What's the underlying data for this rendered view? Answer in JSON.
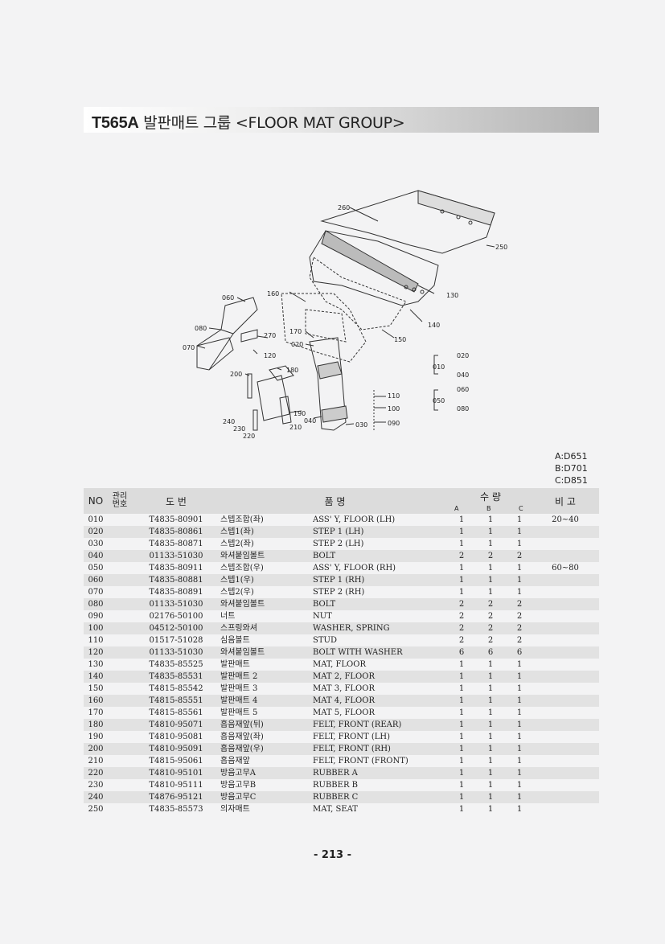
{
  "header": {
    "code": "T565A",
    "title": "발판매트 그룹 <FLOOR MAT GROUP>"
  },
  "diagram": {
    "callouts": [
      "260",
      "250",
      "130",
      "140",
      "150",
      "160",
      "060",
      "080",
      "070",
      "270",
      "120",
      "170",
      "020",
      "180",
      "200",
      "110",
      "100",
      "190",
      "040",
      "030",
      "090",
      "240",
      "230",
      "220",
      "210"
    ],
    "groups": {
      "010": [
        "020",
        "040"
      ],
      "050": [
        "060",
        "080"
      ]
    }
  },
  "model_notes": [
    "A:D651",
    "B:D701",
    "C:D851"
  ],
  "table": {
    "headers": {
      "no": "NO",
      "mgmt_top": "관리",
      "mgmt_bottom": "번호",
      "part_no": "도        번",
      "name": "품                    명",
      "qty": "수         량",
      "qty_a": "A",
      "qty_b": "B",
      "qty_c": "C",
      "remarks": "비 고"
    },
    "rows": [
      {
        "no": "010",
        "part": "T4835-80901",
        "kor": "스텝조합(좌)",
        "eng": "ASS' Y, FLOOR (LH)",
        "a": "1",
        "b": "1",
        "c": "1",
        "rem": "20~40"
      },
      {
        "no": "020",
        "part": "T4835-80861",
        "kor": "스텝1(좌)",
        "eng": "STEP 1 (LH)",
        "a": "1",
        "b": "1",
        "c": "1",
        "rem": ""
      },
      {
        "no": "030",
        "part": "T4835-80871",
        "kor": "스텝2(좌)",
        "eng": "STEP 2 (LH)",
        "a": "1",
        "b": "1",
        "c": "1",
        "rem": ""
      },
      {
        "no": "040",
        "part": "01133-51030",
        "kor": "와셔붙임볼트",
        "eng": "BOLT",
        "a": "2",
        "b": "2",
        "c": "2",
        "rem": ""
      },
      {
        "no": "050",
        "part": "T4835-80911",
        "kor": "스텝조합(우)",
        "eng": "ASS' Y, FLOOR (RH)",
        "a": "1",
        "b": "1",
        "c": "1",
        "rem": "60~80"
      },
      {
        "no": "060",
        "part": "T4835-80881",
        "kor": "스텝1(우)",
        "eng": "STEP 1 (RH)",
        "a": "1",
        "b": "1",
        "c": "1",
        "rem": ""
      },
      {
        "no": "070",
        "part": "T4835-80891",
        "kor": "스텝2(우)",
        "eng": "STEP 2 (RH)",
        "a": "1",
        "b": "1",
        "c": "1",
        "rem": ""
      },
      {
        "no": "080",
        "part": "01133-51030",
        "kor": "와셔붙임볼트",
        "eng": "BOLT",
        "a": "2",
        "b": "2",
        "c": "2",
        "rem": ""
      },
      {
        "no": "090",
        "part": "02176-50100",
        "kor": "너트",
        "eng": "NUT",
        "a": "2",
        "b": "2",
        "c": "2",
        "rem": ""
      },
      {
        "no": "100",
        "part": "04512-50100",
        "kor": "스프링와셔",
        "eng": "WASHER, SPRING",
        "a": "2",
        "b": "2",
        "c": "2",
        "rem": ""
      },
      {
        "no": "110",
        "part": "01517-51028",
        "kor": "심음볼트",
        "eng": "STUD",
        "a": "2",
        "b": "2",
        "c": "2",
        "rem": ""
      },
      {
        "no": "120",
        "part": "01133-51030",
        "kor": "와셔붙임볼트",
        "eng": "BOLT WITH WASHER",
        "a": "6",
        "b": "6",
        "c": "6",
        "rem": ""
      },
      {
        "no": "130",
        "part": "T4835-85525",
        "kor": "발판매트",
        "eng": "MAT, FLOOR",
        "a": "1",
        "b": "1",
        "c": "1",
        "rem": ""
      },
      {
        "no": "140",
        "part": "T4835-85531",
        "kor": "발판매트 2",
        "eng": "MAT 2, FLOOR",
        "a": "1",
        "b": "1",
        "c": "1",
        "rem": ""
      },
      {
        "no": "150",
        "part": "T4815-85542",
        "kor": "발판매트 3",
        "eng": "MAT 3, FLOOR",
        "a": "1",
        "b": "1",
        "c": "1",
        "rem": ""
      },
      {
        "no": "160",
        "part": "T4815-85551",
        "kor": "발판매트 4",
        "eng": "MAT 4, FLOOR",
        "a": "1",
        "b": "1",
        "c": "1",
        "rem": ""
      },
      {
        "no": "170",
        "part": "T4815-85561",
        "kor": "발판매트 5",
        "eng": "MAT 5, FLOOR",
        "a": "1",
        "b": "1",
        "c": "1",
        "rem": ""
      },
      {
        "no": "180",
        "part": "T4810-95071",
        "kor": "흡음재앞(뒤)",
        "eng": "FELT, FRONT (REAR)",
        "a": "1",
        "b": "1",
        "c": "1",
        "rem": ""
      },
      {
        "no": "190",
        "part": "T4810-95081",
        "kor": "흡음재앞(좌)",
        "eng": "FELT, FRONT (LH)",
        "a": "1",
        "b": "1",
        "c": "1",
        "rem": ""
      },
      {
        "no": "200",
        "part": "T4810-95091",
        "kor": "흡음재앞(우)",
        "eng": "FELT, FRONT (RH)",
        "a": "1",
        "b": "1",
        "c": "1",
        "rem": ""
      },
      {
        "no": "210",
        "part": "T4815-95061",
        "kor": "흡음재앞",
        "eng": "FELT, FRONT (FRONT)",
        "a": "1",
        "b": "1",
        "c": "1",
        "rem": ""
      },
      {
        "no": "220",
        "part": "T4810-95101",
        "kor": "방음고무A",
        "eng": "RUBBER A",
        "a": "1",
        "b": "1",
        "c": "1",
        "rem": ""
      },
      {
        "no": "230",
        "part": "T4810-95111",
        "kor": "방음고무B",
        "eng": "RUBBER B",
        "a": "1",
        "b": "1",
        "c": "1",
        "rem": ""
      },
      {
        "no": "240",
        "part": "T4876-95121",
        "kor": "방음고무C",
        "eng": "RUBBER C",
        "a": "1",
        "b": "1",
        "c": "1",
        "rem": ""
      },
      {
        "no": "250",
        "part": "T4835-85573",
        "kor": "의자매트",
        "eng": "MAT, SEAT",
        "a": "1",
        "b": "1",
        "c": "1",
        "rem": ""
      }
    ]
  },
  "page_number": "- 213 -"
}
